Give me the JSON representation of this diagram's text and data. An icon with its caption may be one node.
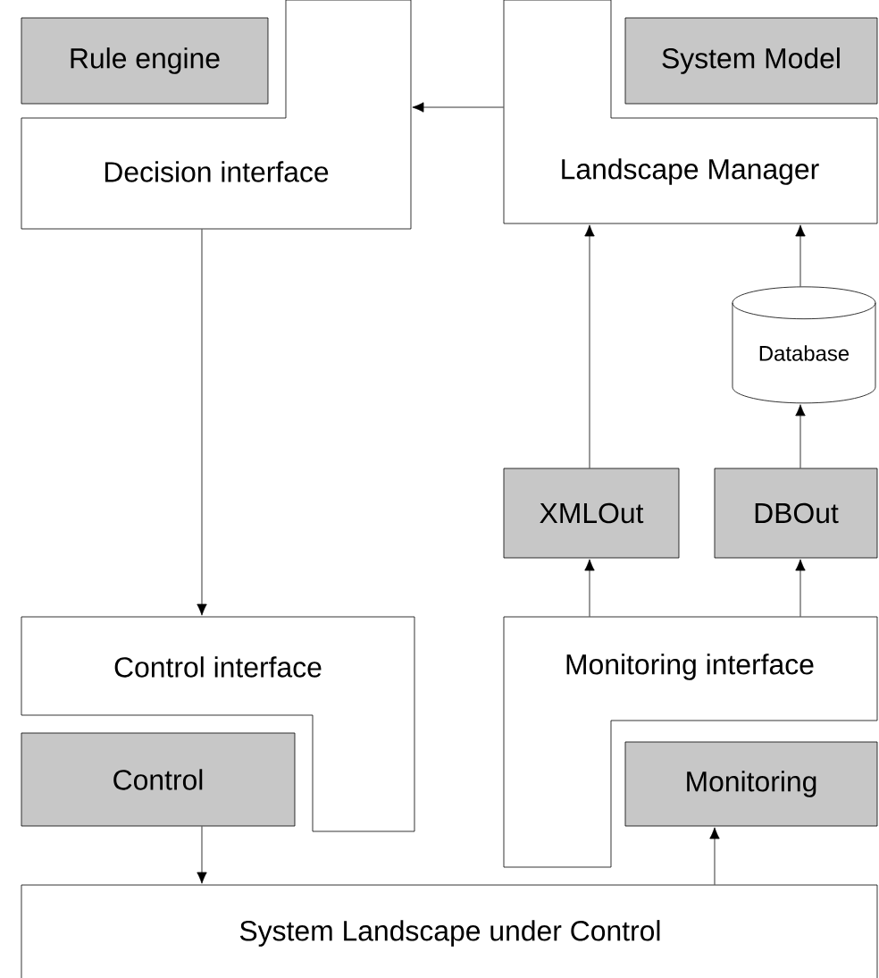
{
  "diagram": {
    "nodes": [
      {
        "text": [
          "Decision interface"
        ]
      },
      {
        "text": [
          "Rule engine"
        ],
        "in": 0
      },
      {
        "text": [
          "Landscape Manager"
        ]
      },
      {
        "text": [
          "System Model"
        ],
        "in": 2
      },
      {
        "text": [
          "Database"
        ]
      },
      {
        "text": [
          "XMLOut"
        ]
      },
      {
        "text": [
          "DBOut"
        ]
      },
      {
        "text": [
          "Control interface"
        ]
      },
      {
        "text": [
          "Control"
        ],
        "in": 7
      },
      {
        "text": [
          "Monitoring interface"
        ]
      },
      {
        "text": [
          "Monitoring"
        ],
        "in": 9
      },
      {
        "text": [
          "System Landscape under Control"
        ]
      }
    ],
    "edges": [
      {
        "from": 2,
        "to": 0,
        "arrow": "to"
      },
      {
        "from": 0,
        "to": 7,
        "arrow": "to"
      },
      {
        "from": 5,
        "to": 2,
        "arrow": "to"
      },
      {
        "from": 4,
        "to": 2,
        "arrow": "to"
      },
      {
        "from": 6,
        "to": 4,
        "arrow": "to"
      },
      {
        "from": 9,
        "to": 5,
        "arrow": "to"
      },
      {
        "from": 9,
        "to": 6,
        "arrow": "to"
      },
      {
        "from": 8,
        "to": 11,
        "arrow": "to"
      },
      {
        "from": 11,
        "to": 10,
        "arrow": "to"
      }
    ]
  }
}
